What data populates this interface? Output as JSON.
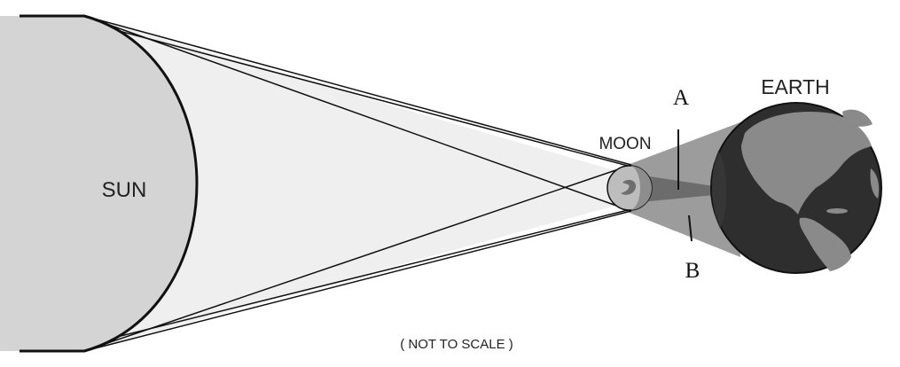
{
  "labels": {
    "sun": "SUN",
    "moon": "MOON",
    "earth": "EARTH",
    "region_a": "A",
    "region_b": "B",
    "scale_note": "( NOT TO SCALE )"
  },
  "colors": {
    "sun_fill": "#d4d4d4",
    "outline": "#111111",
    "light_cone": "#eeeeee",
    "penumbra": "#9a9a9a",
    "umbra": "#6a6a6a",
    "earth_ocean": "#2e2e2e",
    "earth_land": "#8a8a8a",
    "moon_fill": "#bdbdbd"
  },
  "icons": {
    "sun": "sun-icon",
    "moon": "moon-icon",
    "earth": "earth-globe-icon"
  }
}
